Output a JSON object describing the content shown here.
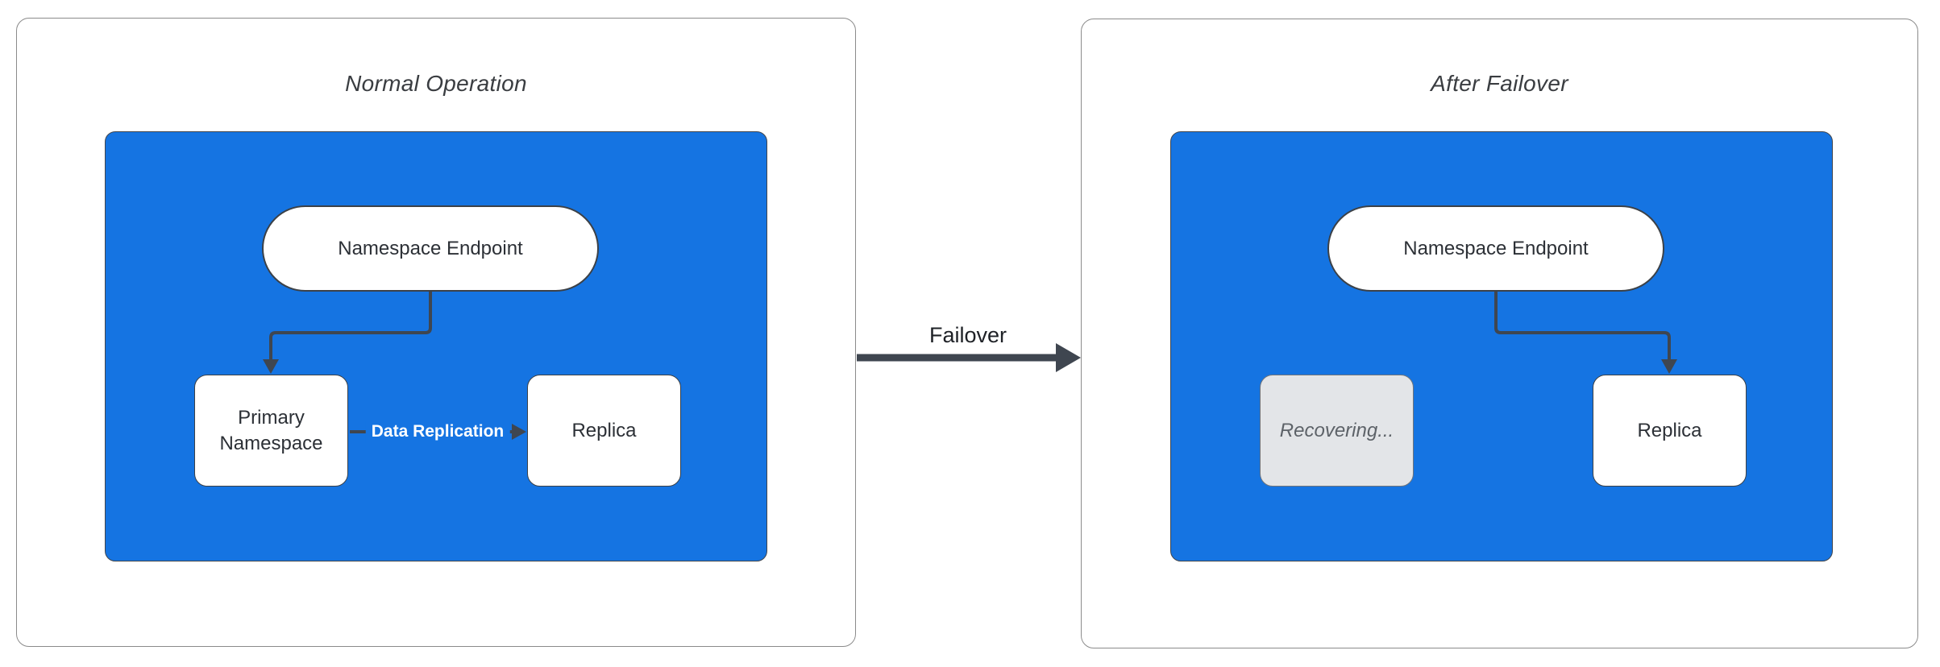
{
  "colors": {
    "cluster_blue": "#1574e2",
    "cluster_border": "#41464d",
    "connector": "#3f4650",
    "node_bg": "#ffffff",
    "node_border": "#3c4147",
    "node_text": "#2c3036",
    "panel_border": "#8b8b8b",
    "title_text": "#3a3d41",
    "edge_label_text": "#ffffff",
    "recovering_bg": "#e3e5e8",
    "recovering_border": "#6f747b",
    "recovering_text": "#5d6268",
    "failover_text": "#1e2126"
  },
  "panels": [
    {
      "title": "Normal Operation",
      "endpoint_label": "Namespace Endpoint",
      "nodes": [
        {
          "label": "Primary Namespace",
          "state": "active"
        },
        {
          "label": "Replica",
          "state": "active"
        }
      ],
      "edge_label": "Data Replication"
    },
    {
      "title": "After Failover",
      "endpoint_label": "Namespace Endpoint",
      "nodes": [
        {
          "label": "Recovering...",
          "state": "recovering"
        },
        {
          "label": "Replica",
          "state": "active"
        }
      ]
    }
  ],
  "transition": {
    "label": "Failover"
  }
}
